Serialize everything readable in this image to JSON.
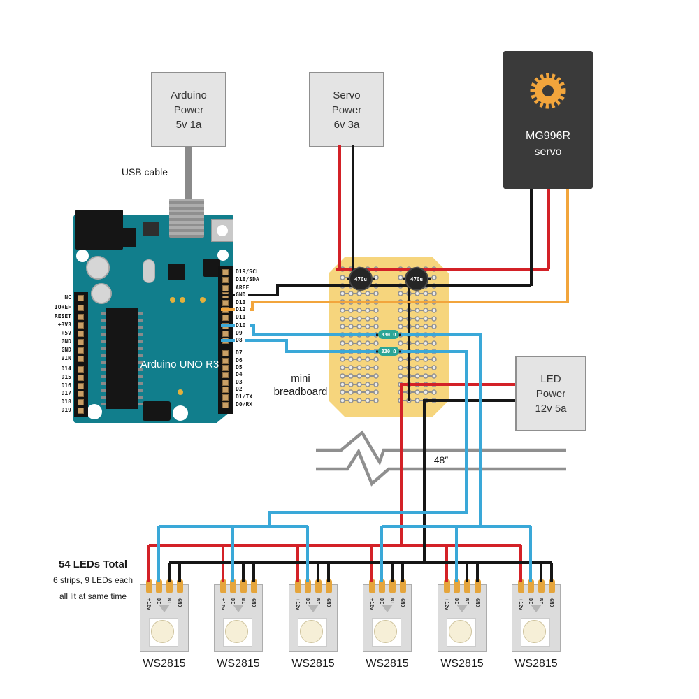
{
  "power_boxes": {
    "arduino": {
      "lines": [
        "Arduino",
        "Power",
        "5v 1a"
      ]
    },
    "servo": {
      "lines": [
        "Servo",
        "Power",
        "6v 3a"
      ]
    },
    "led": {
      "lines": [
        "LED",
        "Power",
        "12v 5a"
      ]
    }
  },
  "servo_unit": {
    "model": "MG996R",
    "type": "servo"
  },
  "labels": {
    "usb_cable": "USB cable",
    "breadboard_line1": "mini",
    "breadboard_line2": "breadboard",
    "cable_length": "48″",
    "board_name": "Arduino UNO R3",
    "leds_heading": "54 LEDs Total",
    "leds_sub1": "6 strips, 9 LEDs each",
    "leds_sub2": "all lit at same time"
  },
  "arduino_pins": {
    "left": [
      "NC",
      "IOREF",
      "RESET",
      "+3V3",
      "+5V",
      "GND",
      "GND",
      "VIN",
      "D14",
      "D15",
      "D16",
      "D17",
      "D18",
      "D19"
    ],
    "right": [
      "D19/SCL",
      "D18/SDA",
      "AREF",
      "GND",
      "D13",
      "D12",
      "D11",
      "D10",
      "D9",
      "D8",
      "D7",
      "D6",
      "D5",
      "D4",
      "D3",
      "D2",
      "D1/TX",
      "D0/RX"
    ]
  },
  "breadboard_parts": {
    "capacitor": "470u",
    "resistor": "330 Ω"
  },
  "led_strips": {
    "model": "WS2815",
    "count": 6,
    "pins": [
      "+12v",
      "DI",
      "BI",
      "GND"
    ]
  },
  "colors": {
    "wire_red": "#d32127",
    "wire_black": "#161616",
    "wire_blue": "#3aa8d8",
    "wire_orange": "#f2a53c",
    "wire_gray": "#8f8f8f",
    "board_teal": "#117e8c",
    "breadboard_yellow": "#f6d57d",
    "servo_dark": "#3a3a3a",
    "gear_orange": "#f2a53c",
    "pad_gold": "#e5a53c"
  }
}
